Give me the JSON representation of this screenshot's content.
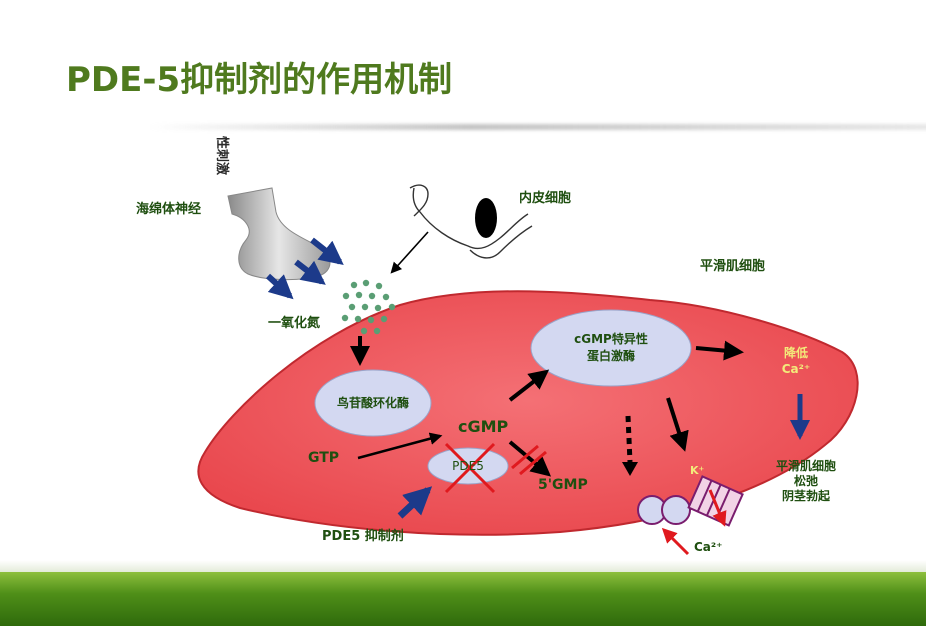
{
  "title": "PDE-5抑制剂的作用机制",
  "labels": {
    "sexual_stimulation": "性刺激",
    "cavernous_nerve": "海绵体神经",
    "nitric_oxide": "一氧化氮",
    "endothelial_cell": "内皮细胞",
    "smooth_muscle_cell": "平滑肌细胞",
    "guanylate_cyclase": "鸟苷酸环化酶",
    "gtp": "GTP",
    "cgmp": "cGMP",
    "pde5": "PDE5",
    "five_gmp": "5'GMP",
    "pde5_inhibitor": "PDE5 抑制剂",
    "pkg_line1": "cGMP特异性",
    "pkg_line2": "蛋白激酶",
    "decrease_line1": "降低",
    "decrease_line2": "Ca²⁺",
    "relax_line1": "平滑肌细胞",
    "relax_line2": "松弛",
    "relax_line3": "阴茎勃起",
    "k_ion": "K⁺",
    "ca_ion": "Ca²⁺"
  },
  "colors": {
    "title": "#4f7a1e",
    "cell_fill": "#ef5a5f",
    "cell_stroke": "#c0292f",
    "enzyme_fill": "#d3d8f1",
    "inhibition_red": "#e0191e",
    "inhibitor_arrow": "#1c3a8a",
    "no_dots": "#5a9e74",
    "label_green": "#1f4f10",
    "calcium_label": "#f3eb7a"
  }
}
